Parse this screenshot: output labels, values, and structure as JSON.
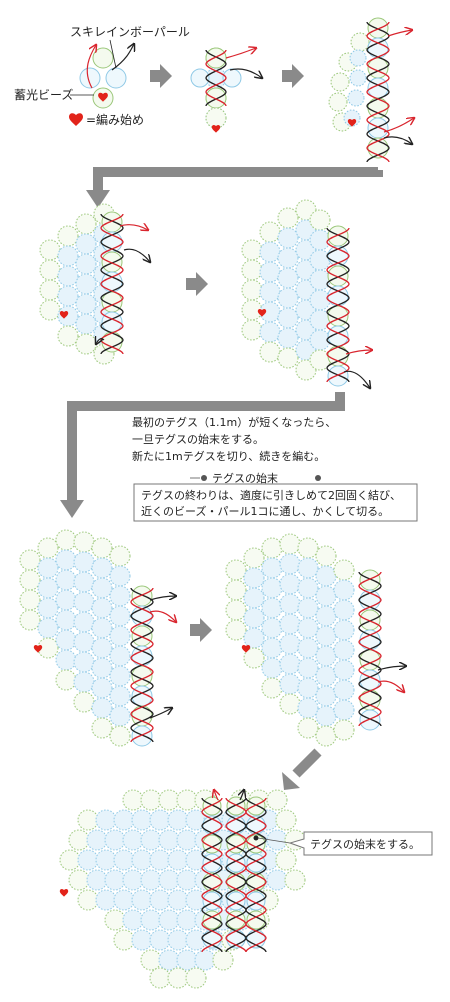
{
  "labels": {
    "rainbow_pearl": "スキレインボーパール",
    "luminous_bead": "蓄光ビーズ",
    "start_marker": "=編み始め"
  },
  "note_main": {
    "lines": [
      "最初のテグス（1.1m）が短くなったら、",
      "一旦テグスの始末をする。",
      "新たに1mテグスを切り、続きを編む。"
    ]
  },
  "note_box": {
    "title": "テグスの始末",
    "lines": [
      "テグスの終わりは、適度に引きしめて2回固く結び、",
      "近くのビーズ・パール1コに通し、かくして切る。"
    ]
  },
  "callout_final": "テグスの始末をする。",
  "colors": {
    "green_bead": "#9bc77a",
    "blue_bead": "#8fc9e6",
    "pale_fill": "#e6f3fb",
    "red_thread": "#d9252e",
    "black_thread": "#222222",
    "arrow_gray": "#8a8a8a",
    "heart_red": "#e2231a"
  }
}
